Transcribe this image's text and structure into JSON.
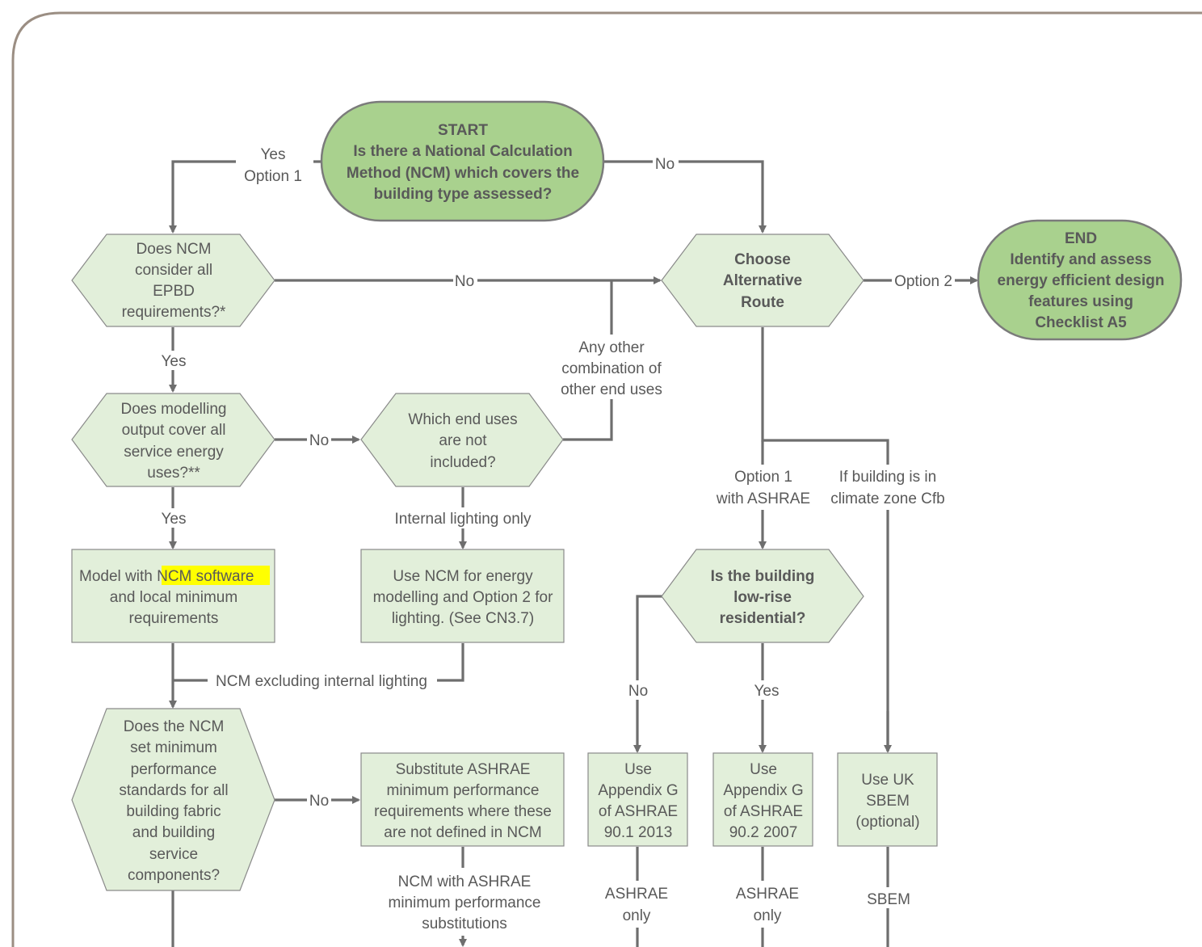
{
  "nodes": {
    "start": {
      "lines": [
        "START",
        "Is there a National Calculation",
        "Method (NCM) which covers the",
        "building type assessed?"
      ]
    },
    "end": {
      "lines": [
        "END",
        "Identify and assess",
        "energy efficient design",
        "features using",
        "Checklist A5"
      ]
    },
    "choose_route": {
      "lines": [
        "Choose",
        "Alternative",
        "Route"
      ]
    },
    "ncm_epbd": {
      "lines": [
        "Does NCM",
        "consider all",
        "EPBD",
        "requirements?*"
      ]
    },
    "modelling_output": {
      "lines": [
        "Does modelling",
        "output cover all",
        "service energy",
        "uses?**"
      ]
    },
    "which_end_uses": {
      "lines": [
        "Which end uses",
        "are not",
        "included?"
      ]
    },
    "model_ncm": {
      "lines": [
        "Model with ",
        "NCM software",
        "and local minimum",
        "requirements"
      ]
    },
    "use_ncm_lighting": {
      "lines": [
        "Use NCM for energy",
        "modelling and Option 2 for",
        "lighting. (See CN3.7)"
      ]
    },
    "ncm_min_standards": {
      "lines": [
        "Does the NCM",
        "set minimum",
        "performance",
        "standards for all",
        "building fabric",
        "and building",
        "service",
        "components?"
      ]
    },
    "substitute_ashrae": {
      "lines": [
        "Substitute ASHRAE",
        "minimum performance",
        "requirements where these",
        "are not defined in NCM"
      ]
    },
    "low_rise": {
      "lines": [
        "Is the building",
        "low-rise",
        "residential?"
      ]
    },
    "appendix_g_2013": {
      "lines": [
        "Use",
        "Appendix G",
        "of ASHRAE",
        "90.1 2013"
      ]
    },
    "appendix_g_2007": {
      "lines": [
        "Use",
        "Appendix G",
        "of ASHRAE",
        "90.2 2007"
      ]
    },
    "uk_sbem": {
      "lines": [
        "Use UK",
        "SBEM",
        "(optional)"
      ]
    }
  },
  "edge_labels": {
    "start_yes": [
      "Yes",
      "Option 1"
    ],
    "start_no": "No",
    "epbd_no": "No",
    "epbd_yes": "Yes",
    "modelling_no": "No",
    "modelling_yes": "Yes",
    "other_combination": [
      "Any other",
      "combination of",
      "other end uses"
    ],
    "internal_lighting": "Internal lighting only",
    "ncm_excl_lighting": "NCM excluding internal lighting",
    "standards_no": "No",
    "ncm_with_ashrae": [
      "NCM with ASHRAE",
      "minimum performance",
      "substitutions"
    ],
    "option2": "Option 2",
    "option1_ashrae": [
      "Option 1",
      "with ASHRAE"
    ],
    "climate_cfb": [
      "If building is in",
      "climate zone Cfb"
    ],
    "lowrise_no": "No",
    "lowrise_yes": "Yes",
    "ashrae_only_1": [
      "ASHRAE",
      "only"
    ],
    "ashrae_only_2": [
      "ASHRAE",
      "only"
    ],
    "sbem": "SBEM"
  }
}
